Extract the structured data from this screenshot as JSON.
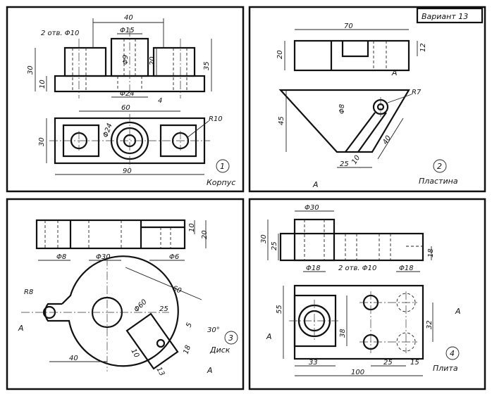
{
  "variant": "Вариант 13",
  "panels": [
    {
      "number": "1",
      "name": "Корпус",
      "dims": [
        "40",
        "2 отв. Φ10",
        "Φ15",
        "Φ9",
        "30",
        "20",
        "35",
        "10",
        "Φ24",
        "4",
        "60",
        "Φ24",
        "R10",
        "30",
        "90"
      ]
    },
    {
      "number": "2",
      "name": "Пластина",
      "dims": [
        "70",
        "20",
        "12",
        "A",
        "R7",
        "Φ8",
        "45",
        "40",
        "10",
        "25",
        "A"
      ]
    },
    {
      "number": "3",
      "name": "Диск",
      "dims": [
        "10",
        "20",
        "Φ8",
        "Φ30",
        "Φ6",
        "R8",
        "Φ60",
        "60",
        "25",
        "A",
        "5",
        "18",
        "10",
        "30°",
        "40",
        "13",
        "A"
      ]
    },
    {
      "number": "4",
      "name": "Плита",
      "dims": [
        "Φ30",
        "30",
        "25",
        "Φ18",
        "2 отв. Φ10",
        "Φ18",
        "18",
        "55",
        "A",
        "A",
        "38",
        "32",
        "33",
        "25",
        "15",
        "100"
      ]
    }
  ]
}
